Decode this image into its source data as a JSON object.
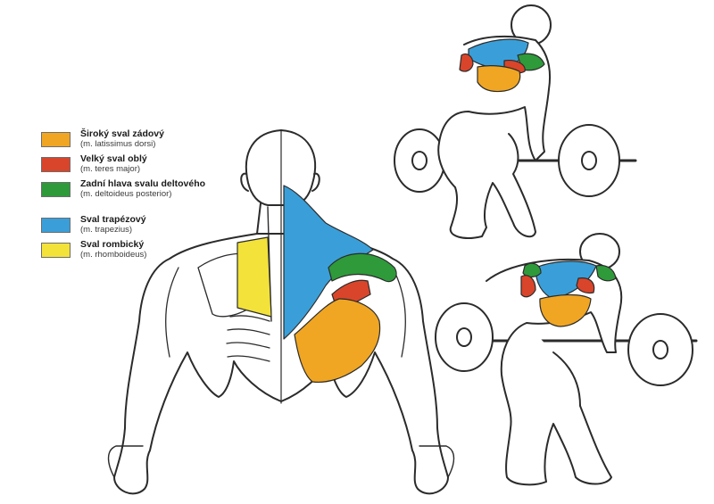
{
  "legend": {
    "items": [
      {
        "name": "Široký sval zádový",
        "latin": "(m. latissimus dorsi)",
        "color": "#f0a623"
      },
      {
        "name": "Velký sval oblý",
        "latin": "(m. teres major)",
        "color": "#d9452a"
      },
      {
        "name": "Zadní hlava svalu deltového",
        "latin": "(m. deltoideus posterior)",
        "color": "#2e9a3a"
      },
      {
        "name": "Sval trapézový",
        "latin": "(m. trapezius)",
        "color": "#3a9fd8"
      },
      {
        "name": "Sval rombický",
        "latin": "(m. rhomboideus)",
        "color": "#f2e23a"
      }
    ]
  },
  "colors": {
    "outline": "#2b2b2b",
    "latissimus": "#f0a623",
    "teres": "#d9452a",
    "deltoid": "#2e9a3a",
    "trapezius": "#3a9fd8",
    "rhomboid": "#f2e23a"
  }
}
